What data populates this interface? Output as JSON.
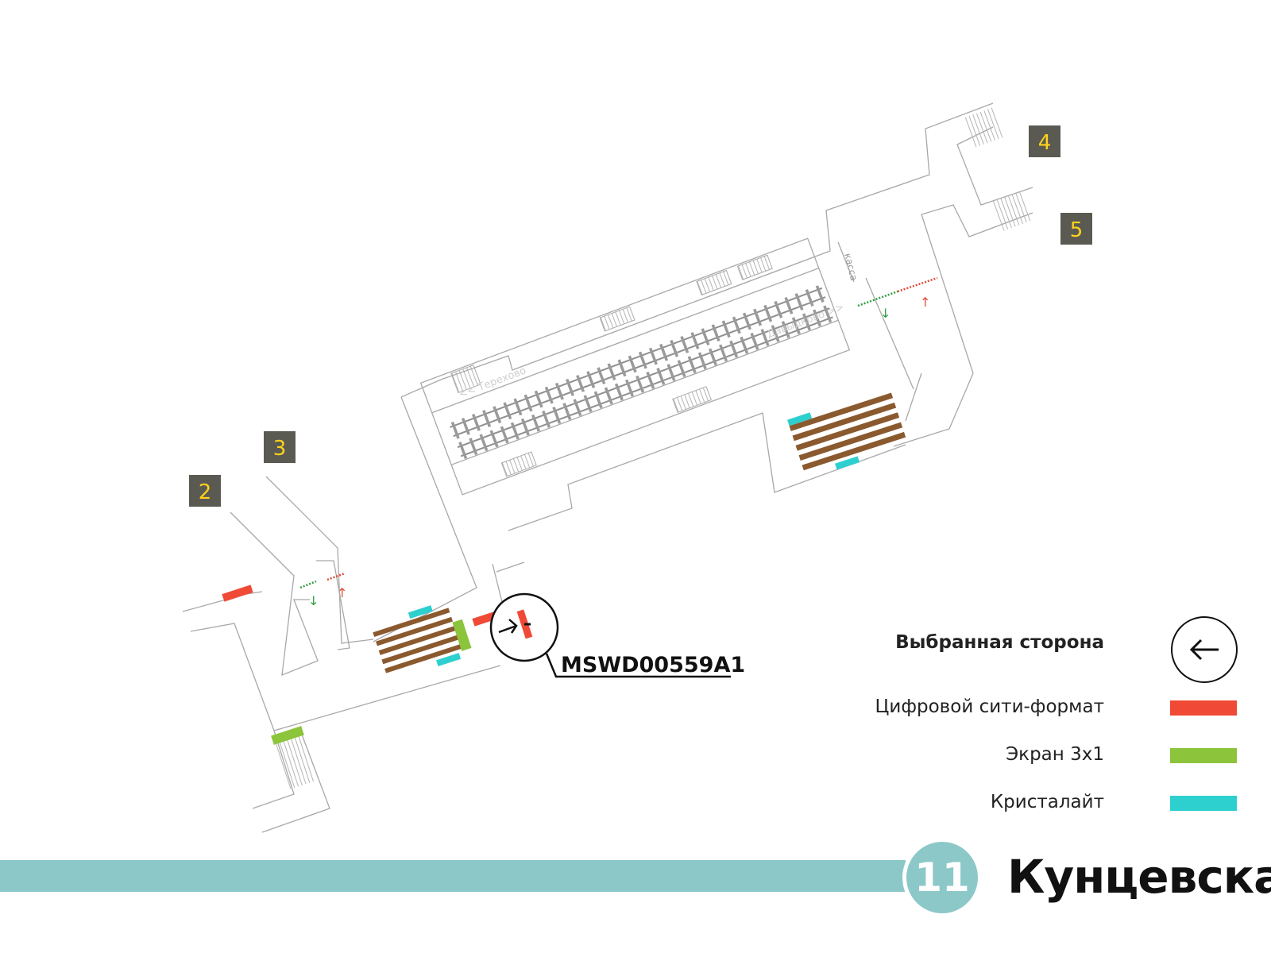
{
  "exits": [
    "2",
    "3",
    "4",
    "5"
  ],
  "platform": {
    "direction_left": "<< Терехово",
    "direction_right": "Давыдково >>",
    "ticket_office": "касса"
  },
  "placement": {
    "code": "MSWD00559A1",
    "selected_side": "left"
  },
  "legend": {
    "title": "Выбранная сторона",
    "items": [
      {
        "label": "Цифровой сити-формат",
        "color": "#f04a36"
      },
      {
        "label": "Экран 3x1",
        "color": "#8cc43c"
      },
      {
        "label": "Кристалайт",
        "color": "#2ecfcf"
      }
    ]
  },
  "line": {
    "number": "11",
    "color": "#8cc8c8",
    "station": "Кунцевская"
  },
  "colors": {
    "escalator": "#8a5a2e",
    "exit_badge": "#5a5a52",
    "exit_number": "#ffd21a",
    "arrow_in": "#2e9e3c",
    "arrow_out": "#e24a3a"
  }
}
